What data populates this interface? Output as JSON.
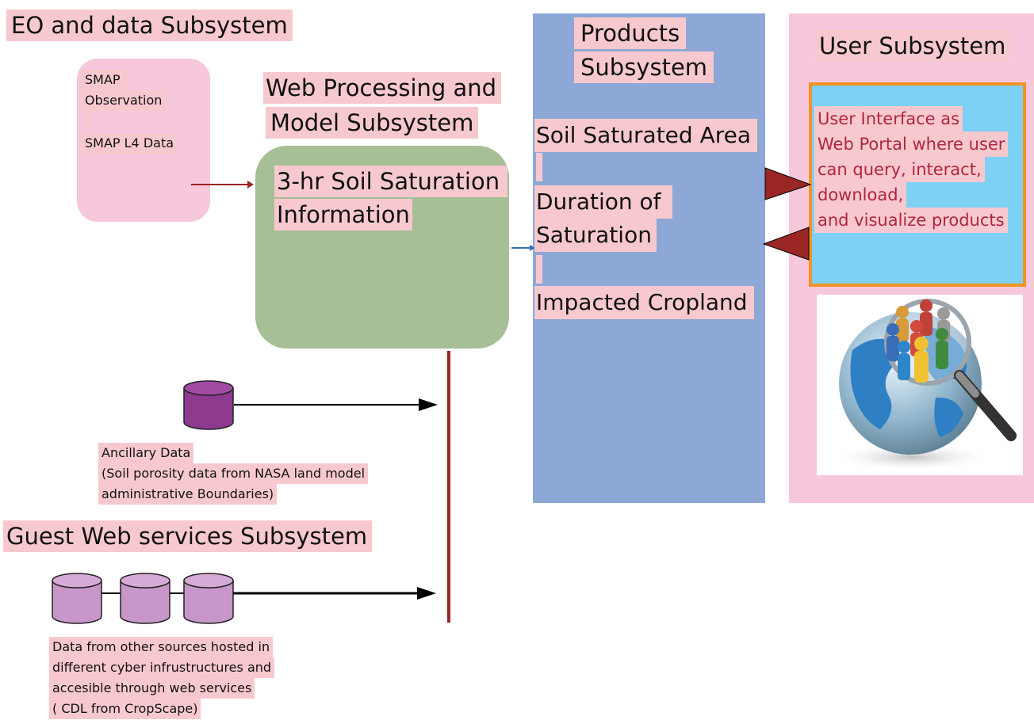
{
  "eo": {
    "title": "EO and data Subsystem",
    "item1_line1": "SMAP",
    "item1_line2": "Observation",
    "item2": "SMAP L4  Data"
  },
  "wps": {
    "title_line1": "Web Processing and",
    "title_line2": "Model Subsystem",
    "content_line1": "3-hr Soil Saturation",
    "content_line2": "Information"
  },
  "products": {
    "title_line1": "Products",
    "title_line2": "Subsystem",
    "items": [
      "Soil Saturated Area",
      "Duration of",
      "Saturation",
      "Impacted Cropland"
    ]
  },
  "user": {
    "title": "User Subsystem",
    "ui_lines": [
      "User Interface as",
      "Web Portal where user",
      "can query,  interact,",
      "download,",
      "and visualize products"
    ],
    "image": "globe-people-magnifier"
  },
  "ancillary": {
    "lines": [
      "Ancillary Data",
      "(Soil porosity data from NASA land model",
      "administrative Boundaries)"
    ]
  },
  "guest": {
    "title": "Guest Web services Subsystem",
    "lines": [
      "Data from other sources hosted in",
      "different cyber infrustructures and",
      "accesible through web services",
      "( CDL from CropScape)"
    ]
  },
  "colors": {
    "highlight": "#f7c9cf",
    "eo_box": "#f7c7dc",
    "wps_box": "#a6bf96",
    "products_box": "#8da7d6",
    "user_box": "#f7c7dc",
    "ui_box": "#7fd0f5",
    "ui_border": "#f39323",
    "ui_text": "#b0263e",
    "dark_red": "#9b2626",
    "ancillary_db": "#8e3a8f",
    "guest_db": "#c896c8"
  }
}
